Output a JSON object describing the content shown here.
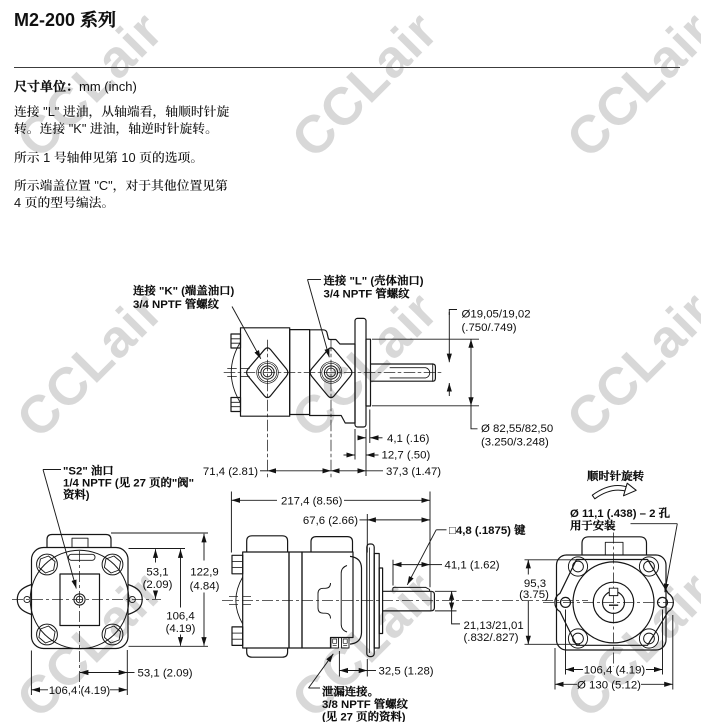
{
  "page": {
    "title": "M2-200 系列",
    "units_label": "尺寸单位：",
    "units_value": "mm (inch)",
    "para1_line1": "连接 \"L\" 进油，从轴端看，轴顺时针旋",
    "para1_line2": "转。连接 \"K\" 进油，轴逆时针旋转。",
    "para2": "所示 1 号轴伸见第 10 页的选项。",
    "para3_line1": "所示端盖位置 \"C\"，对于其他位置见第",
    "para3_line2": "4 页的型号编法。"
  },
  "watermark": {
    "text": "CCLair",
    "color": "#d8d8d8"
  },
  "side_view": {
    "k_port_line1": "连接 \"K\" (端盖油口)",
    "k_port_line2": "3/4 NPTF 管螺纹",
    "l_port_line1": "连接 \"L\" (壳体油口)",
    "l_port_line2": "3/4 NPTF 管螺纹",
    "shaft_dia_line1": "Ø19,05/19,02",
    "shaft_dia_line2": "(.750/.749)",
    "pilot_dia_line1": "Ø 82,55/82,50",
    "pilot_dia_line2": "(3.250/3.248)",
    "dim_4_1": "4,1 (.16)",
    "dim_12_7": "12,7 (.50)",
    "dim_37_3": "37,3 (1.47)",
    "dim_71_4": "71,4 (2.81)"
  },
  "rear_view": {
    "s2_line1": "\"S2\" 油口",
    "s2_line2": "1/4 NPTF (见 27 页的\"阀\"",
    "s2_line3": "资料)",
    "dim_53_1_v_line1": "53,1",
    "dim_53_1_v_line2": "(2.09)",
    "dim_122_9_line1": "122,9",
    "dim_122_9_line2": "(4.84)",
    "dim_106_4_v_line1": "106,4",
    "dim_106_4_v_line2": "(4.19)",
    "dim_53_1_h": "53,1 (2.09)",
    "dim_106_4_h": "106,4 (4.19)"
  },
  "bottom_view": {
    "dim_217_4": "217,4 (8.56)",
    "dim_67_6": "67,6 (2.66)",
    "key_label": "□4,8 (.1875)  键",
    "dim_41_1": "41,1 (1.62)",
    "shaft_dia_line1": "21,13/21,01",
    "shaft_dia_line2": "(.832/.827)",
    "dim_32_5": "32,5 (1.28)",
    "drain_line1": "泄漏连接。",
    "drain_line2": "3/8 NPTF 管螺纹",
    "drain_line3": "(见 27 页的资料)"
  },
  "front_view": {
    "rotation_label": "顺时针旋转",
    "mount_line1": "Ø 11,1 (.438) – 2 孔",
    "mount_line2": "用于安装",
    "dim_95_3_line1": "95,3",
    "dim_95_3_line2": "(3.75)",
    "dim_106_4": "106,4 (4.19)",
    "dim_130": "Ø 130 (5.12)"
  }
}
